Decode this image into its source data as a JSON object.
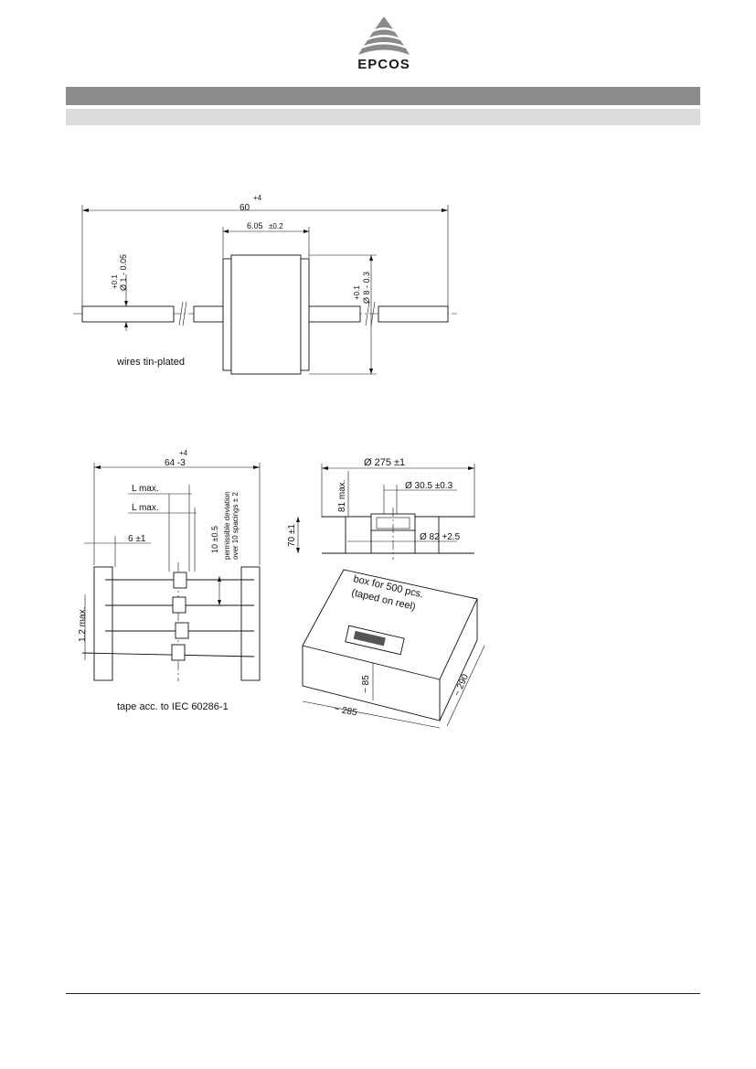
{
  "header": {
    "logo_text": "EPCOS"
  },
  "component_drawing": {
    "length_label": "60",
    "length_tol": "+4",
    "body_length": "6.05",
    "body_length_tol": "±0.2",
    "wire_diameter": "Ø 1 - 0.05",
    "wire_diameter_tol": "+0.1",
    "body_diameter": "Ø 8 - 0.3",
    "body_diameter_tol": "+0.1",
    "wires_note": "wires tin-plated"
  },
  "tape_drawing": {
    "width": "64 -3",
    "width_tol": "+4",
    "l_max_1": "L max.",
    "l_max_2": "L max.",
    "offset": "6 ±1",
    "spacing": "10 ±0.5",
    "deviation_1": "permissible deviation",
    "deviation_2": "over 10 spacings ± 2",
    "offset_max": "1.2 max.",
    "tape_note": "tape acc. to IEC 60286-1"
  },
  "reel_drawing": {
    "outer_diameter": "Ø 275 ±1",
    "hub_height": "81 max.",
    "hub_diameter": "Ø 30.5 ±0.3",
    "core_diameter": "Ø 82 +2.5",
    "width": "70 ±1"
  },
  "box_drawing": {
    "label_1": "box for 500 pcs.",
    "label_2": "(taped on reel)",
    "height": "~ 85",
    "length": "~ 285",
    "depth": "~ 290"
  }
}
